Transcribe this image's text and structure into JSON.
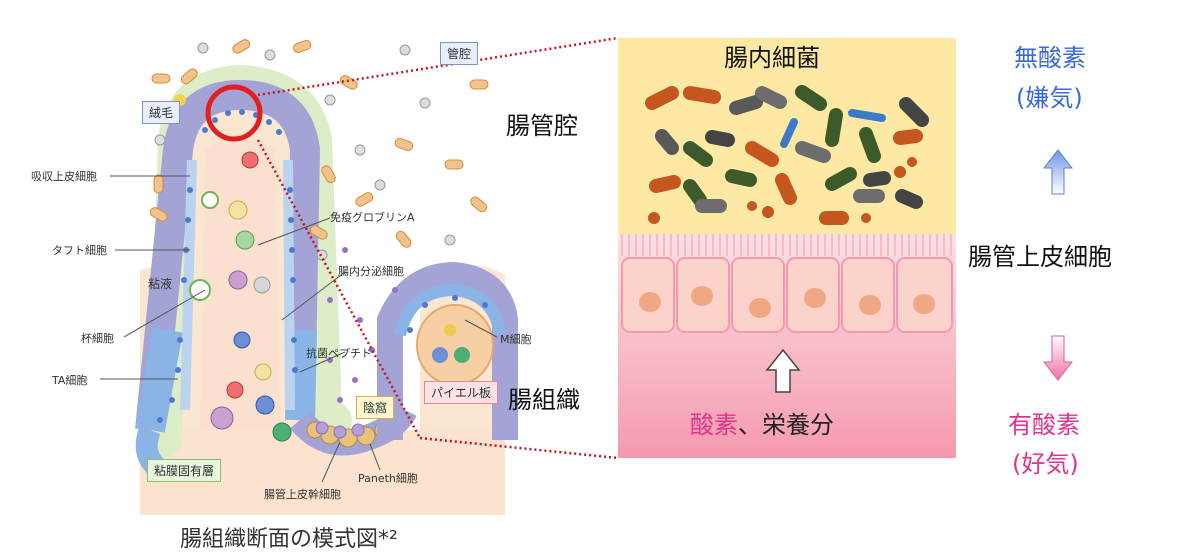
{
  "diagram": {
    "caption": "腸組織断面の模式図*²",
    "left_labels": {
      "lumen_tag": "管腔",
      "villus_tag": "絨毛",
      "absorptive_cell": "吸収上皮細胞",
      "tuft_cell": "タフト細胞",
      "mucus": "粘液",
      "goblet_cell": "杯細胞",
      "ta_cell": "TA細胞",
      "iga": "免疫グロブリンA",
      "enteroendocrine": "腸内分泌細胞",
      "antimicrobial": "抗菌ペプチド",
      "crypt": "陰窩",
      "m_cell": "M細胞",
      "peyer": "パイエル板",
      "lamina_propria": "粘膜固有層",
      "paneth": "Paneth細胞",
      "stem_cell": "腸管上皮幹細胞"
    },
    "middle_labels": {
      "lumen": "腸管腔",
      "tissue": "腸組織"
    },
    "right_panel": {
      "bacteria_title": "腸内細菌",
      "epithelium": "腸管上皮細胞",
      "supply_oxygen": "酸素",
      "supply_rest": "、栄養分",
      "anaerobic_l1": "無酸素",
      "anaerobic_l2": "(嫌気)",
      "aerobic_l1": "有酸素",
      "aerobic_l2": "(好気)"
    },
    "colors": {
      "lumen_panel": "#fde9a4",
      "tissue_panel": "#f8a6b5",
      "villus_blue": "#7ba2dc",
      "villus_purple": "#a3a3d6",
      "zoom_line": "#c4161c",
      "blue_text": "#3b68d8",
      "pink_text": "#e0338d"
    }
  }
}
